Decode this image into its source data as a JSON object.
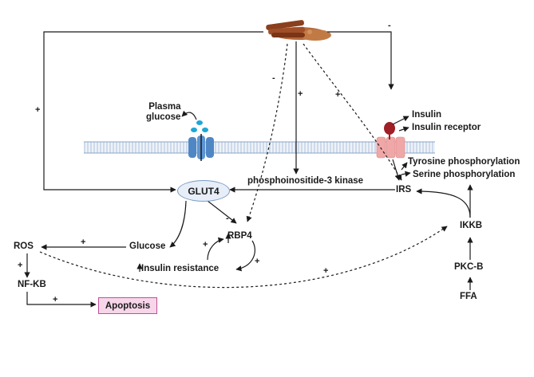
{
  "nodes": {
    "plasma_glucose_line1": "Plasma",
    "plasma_glucose_line2": "glucose",
    "insulin": "Insulin",
    "insulin_receptor": "Insulin receptor",
    "tyrosine": "Tyrosine phosphorylation",
    "serine": "Serine phosphorylation",
    "pi3k": "phosphoinositide-3 kinase",
    "irs": "IRS",
    "glut4": "GLUT4",
    "ros": "ROS",
    "glucose": "Glucose",
    "rbp4": "RBP4",
    "insulin_resistance": "Insulin resistance",
    "ikkb": "IKKB",
    "pkcb": "PKC-B",
    "ffa": "FFA",
    "nfkb": "NF-KB",
    "apoptosis": "Apoptosis"
  },
  "signs": {
    "plus": "+",
    "minus": "-"
  },
  "colors": {
    "cinnamon": "#a8522b",
    "membrane": "#c7d7ea",
    "glut4_channel": "#4f87c5",
    "receptor_pink": "#f0a7a7",
    "insulin_red": "#a01e26",
    "apoptosis_fill": "#f7d6ea",
    "apoptosis_border": "#c04f98"
  }
}
